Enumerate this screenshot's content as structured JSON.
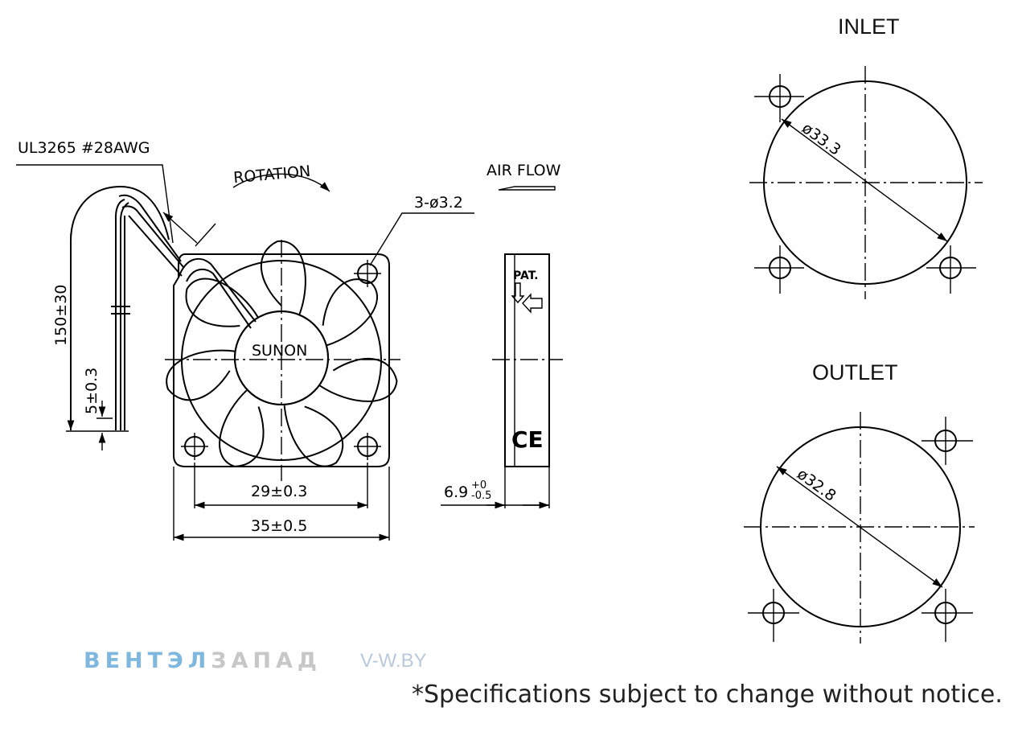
{
  "labels": {
    "wire_spec": "UL3265 #28AWG",
    "rotation": "ROTATION",
    "air_flow": "AIR FLOW",
    "holes": "3-ø3.2",
    "lead_length": "150±30",
    "strip_length": "5±0.3",
    "brand": "SUNON",
    "pat": "PAT.",
    "ce_mark": "CE",
    "hole_spacing": "29±0.3",
    "frame_width": "35±0.5",
    "thickness": "6.9",
    "thickness_tol_plus": "+0",
    "thickness_tol_minus": "-0.5",
    "inlet_title": "INLET",
    "inlet_diameter": "ø33.3",
    "outlet_title": "OUTLET",
    "outlet_diameter": "ø32.8"
  },
  "watermark": {
    "brand_part1": "ВЕНТЭЛ",
    "brand_part2": "ЗАПАД",
    "site": "V-W.BY"
  },
  "footer_note": "*Specifications subject to change without notice.",
  "colors": {
    "line": "#000000",
    "watermark_blue": "#7fb7df",
    "watermark_gray": "#c7c7c7"
  }
}
